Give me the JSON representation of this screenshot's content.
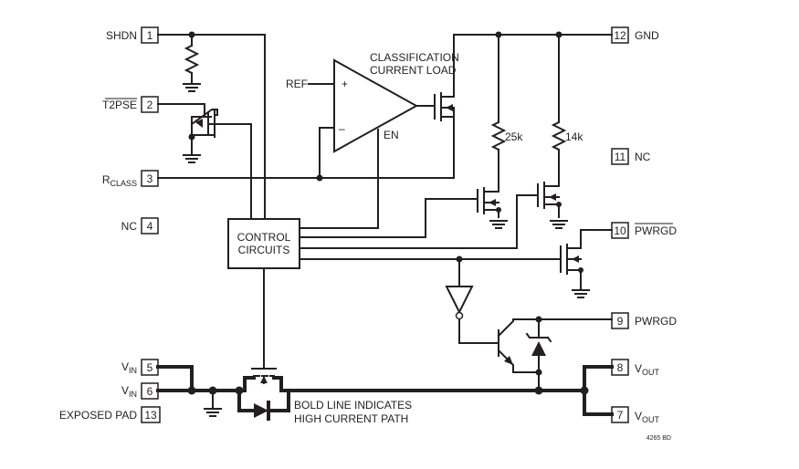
{
  "pins": [
    {
      "num": "1",
      "name": "SHDN"
    },
    {
      "num": "2",
      "name": "T2PSE"
    },
    {
      "num": "3",
      "name": "R",
      "sub": "CLASS"
    },
    {
      "num": "4",
      "name": "NC"
    },
    {
      "num": "5",
      "name": "V",
      "sub": "IN"
    },
    {
      "num": "6",
      "name": "V",
      "sub": "IN"
    },
    {
      "num": "13",
      "name": "EXPOSED PAD"
    },
    {
      "num": "12",
      "name": "GND"
    },
    {
      "num": "11",
      "name": "NC"
    },
    {
      "num": "10",
      "name": "PWRGD"
    },
    {
      "num": "9",
      "name": "PWRGD"
    },
    {
      "num": "8",
      "name": "V",
      "sub": "OUT"
    },
    {
      "num": "7",
      "name": "V",
      "sub": "OUT"
    }
  ],
  "labels": {
    "class_load_line1": "CLASSIFICATION",
    "class_load_line2": "CURRENT LOAD",
    "ref": "REF",
    "plus": "+",
    "minus": "–",
    "en": "EN",
    "r25k": "25k",
    "r14k": "14k",
    "control_line1": "CONTROL",
    "control_line2": "CIRCUITS",
    "bold_note_line1": "BOLD LINE INDICATES",
    "bold_note_line2": "HIGH CURRENT PATH",
    "figure_id": "4265 BD"
  },
  "colors": {
    "ink": "#231f20",
    "background": "#ffffff"
  }
}
